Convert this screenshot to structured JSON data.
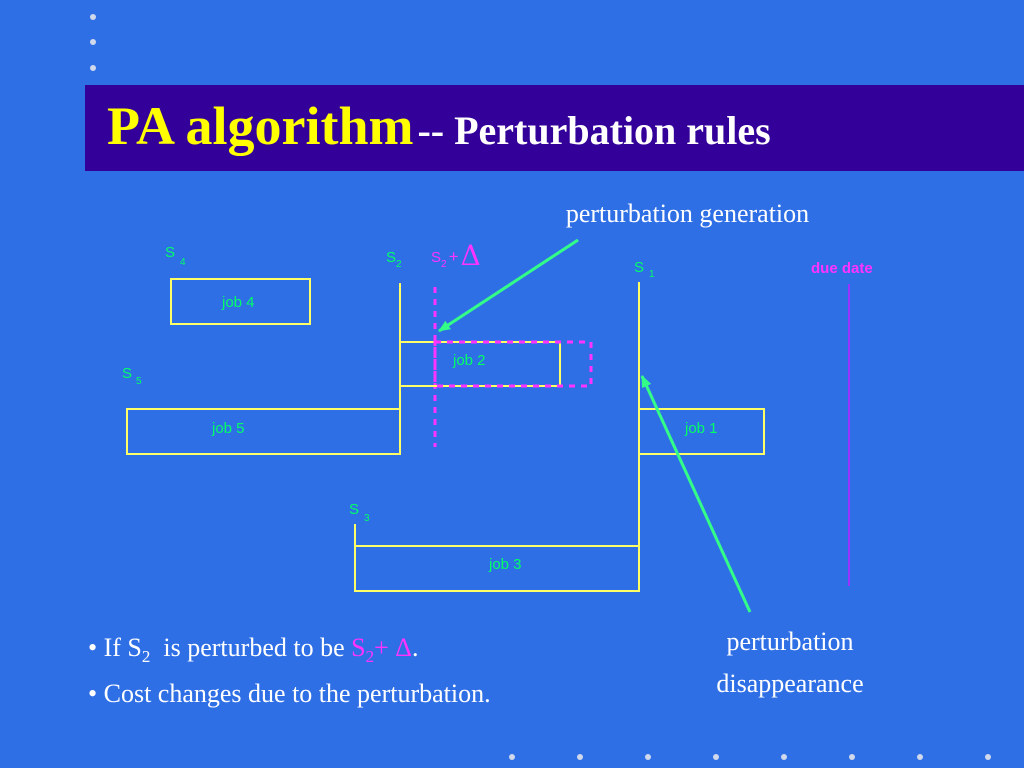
{
  "title": {
    "main": "PA algorithm",
    "sub": "-- Perturbation rules"
  },
  "annotations": {
    "generation": "perturbation generation",
    "disappearance_line1": "perturbation",
    "disappearance_line2": "disappearance",
    "due_date": "due date"
  },
  "start_labels": {
    "s4": {
      "base": "S",
      "sub": "4"
    },
    "s2": {
      "base": "S",
      "sub": "2"
    },
    "s2_delta": {
      "base": "S",
      "sub": "2",
      "op": "+",
      "delta": "Δ"
    },
    "s1": {
      "base": "S",
      "sub": "1"
    },
    "s5": {
      "base": "S",
      "sub": "5"
    },
    "s3": {
      "base": "S",
      "sub": "3"
    }
  },
  "jobs": {
    "job4": "job 4",
    "job2": "job 2",
    "job5": "job 5",
    "job1": "job 1",
    "job3": "job 3"
  },
  "bullets": {
    "b1_prefix": "• If S",
    "b1_sub": "2",
    "b1_mid": "  is perturbed to be ",
    "b1_s": "S",
    "b1_s_sub": "2",
    "b1_plus": "+ Δ",
    "b1_end": ".",
    "b2": "• Cost changes due to the perturbation."
  },
  "colors": {
    "background": "#2f6fe6",
    "title_bar": "#330099",
    "title_main": "#ffff00",
    "box_outline": "#ffff66",
    "job_text": "#00ff66",
    "perturbed": "#ff33ff",
    "due_date_line": "#9933ff",
    "arrow": "#33ff88"
  }
}
